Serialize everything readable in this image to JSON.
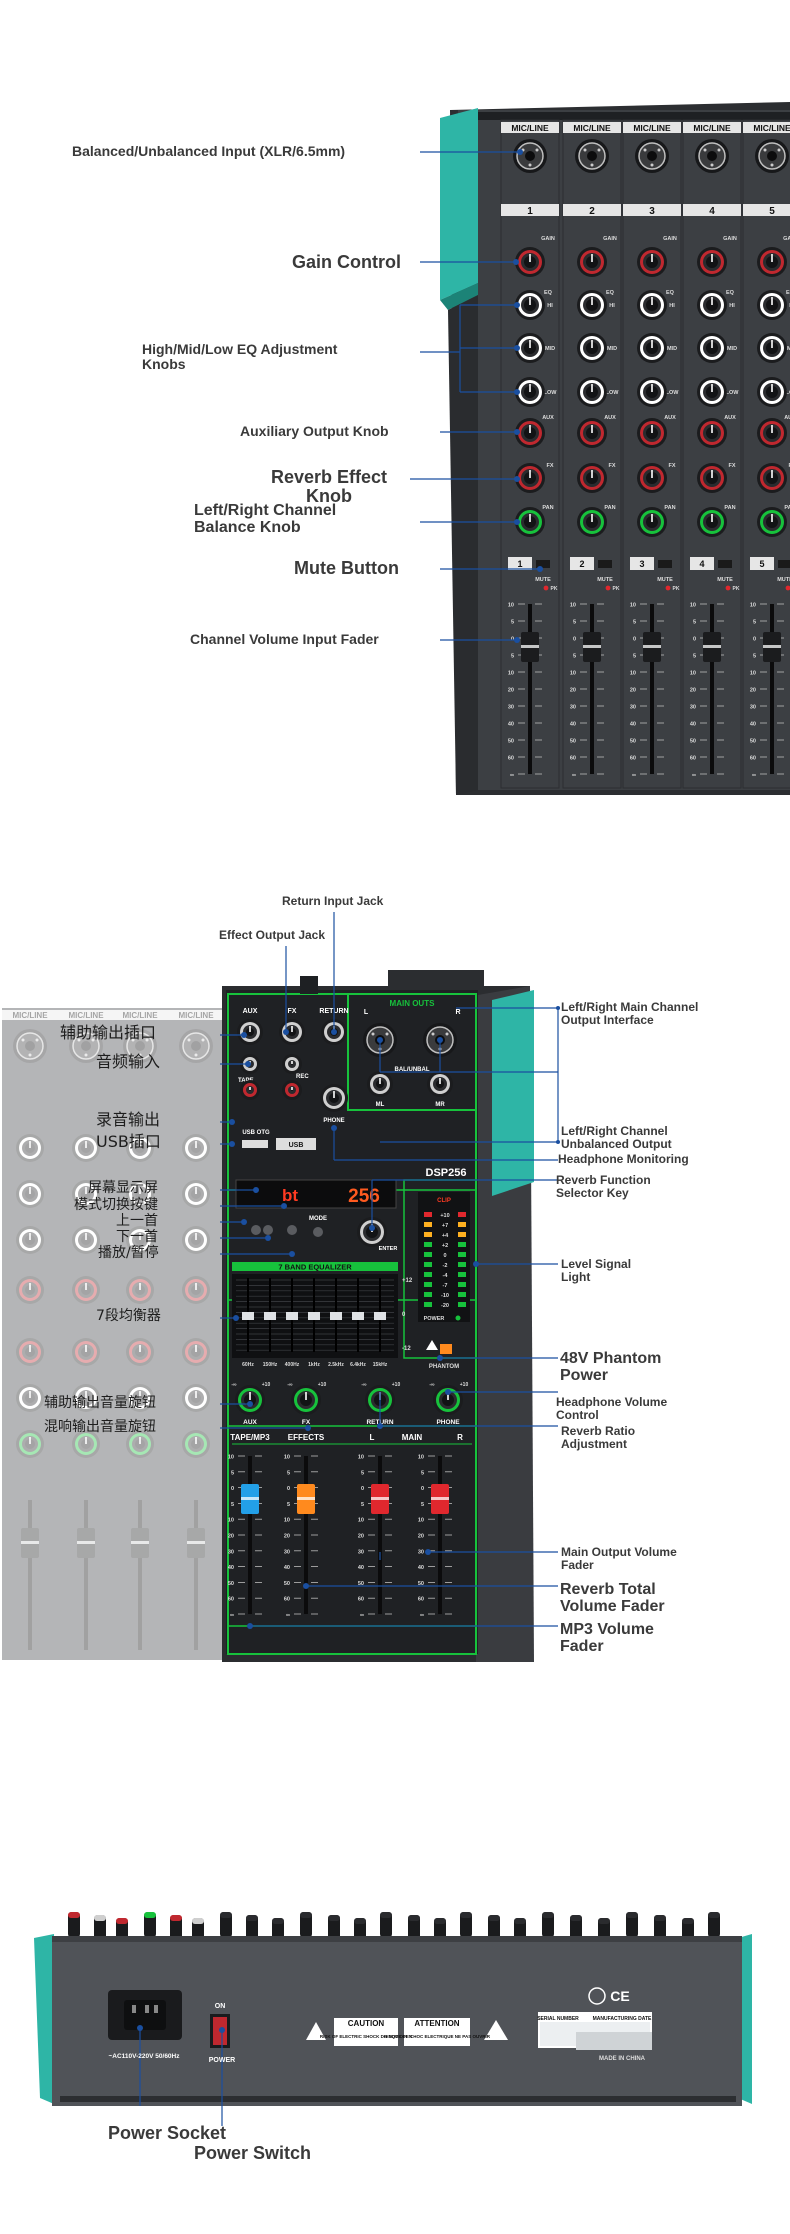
{
  "section1": {
    "labels": [
      "Balanced/Unbalanced Input (XLR/6.5mm)",
      "Gain Control",
      "High/Mid/Low EQ Adjustment\nKnobs",
      "Auxiliary Output Knob",
      "Reverb Effect\nKnob",
      "Left/Right Channel\nBalance Knob",
      "Mute Button",
      "Channel Volume Input Fader"
    ],
    "device": {
      "channel_header": "MIC/LINE",
      "channel_numbers": [
        "1",
        "2",
        "3",
        "4",
        "5"
      ],
      "knob_labels": {
        "gain": "GAIN",
        "eq": "EQ",
        "hi": "HI",
        "mid": "MID",
        "low": "LOW",
        "aux": "AUX",
        "fx": "FX",
        "pan": "PAN",
        "mute": "MUTE",
        "pk": "PK"
      },
      "fader_scale": [
        "10",
        "5",
        "0",
        "5",
        "10",
        "20",
        "30",
        "40",
        "50",
        "60",
        "∞"
      ]
    }
  },
  "section2": {
    "labels_right": [
      "Left/Right Main Channel\nOutput Interface",
      "Left/Right Channel\nUnbalanced Output",
      "Headphone Monitoring",
      "Reverb Function\nSelector Key",
      "Level Signal\nLight",
      "48V Phantom\nPower",
      "Headphone Volume\nControl",
      "Reverb Ratio\nAdjustment",
      "Main Output Volume\nFader",
      "Reverb Total\nVolume Fader",
      "MP3 Volume\nFader"
    ],
    "labels_top": [
      "Return Input Jack",
      "Effect Output Jack"
    ],
    "labels_cn": [
      "辅助输出插口",
      "音频输入",
      "录音输出",
      "USB插口",
      "屏幕显示屏",
      "模式切换按键",
      "上一首",
      "下一首",
      "播放/暂停",
      "7段均衡器",
      "辅助输出音量旋钮",
      "混响输出音量旋钮"
    ],
    "device": {
      "aux": "AUX",
      "fx": "FX",
      "return": "RETURN",
      "main_outs": "MAIN OUTS",
      "l": "L",
      "r": "R",
      "tape": "TAPE",
      "rec": "REC",
      "phone": "PHONE",
      "bal_unbal": "BAL/UNBAL",
      "ml": "ML",
      "mr": "MR",
      "usb_otg": "USB OTG",
      "usb": "USB",
      "dsp": "DSP256",
      "display_left": "bt",
      "display_right": "256",
      "mode": "MODE",
      "enter": "ENTER",
      "band_eq": "7 BAND EQUALIZER",
      "eq_freqs": [
        "60Hz",
        "150Hz",
        "400Hz",
        "1kHz",
        "2.5kHz",
        "6.4kHz",
        "15kHz"
      ],
      "eq_scale": [
        "+12",
        "0",
        "-12"
      ],
      "clip": "CLIP",
      "power": "POWER",
      "phantom": "PHANTOM",
      "meter_scale": [
        "+10",
        "+7",
        "+4",
        "+2",
        "0",
        "-2",
        "-4",
        "-7",
        "-10",
        "-20"
      ],
      "fader_tabs": [
        "TAPE/MP3",
        "EFFECTS",
        "L",
        "MAIN",
        "R"
      ],
      "knob_ticks": [
        "-∞",
        "+10"
      ]
    }
  },
  "section3": {
    "labels": [
      "Power Socket",
      "Power Switch"
    ],
    "device": {
      "ac_label": "~AC110V-220V 50/60Hz",
      "on": "ON",
      "power": "POWER",
      "caution": "CAUTION",
      "attention": "ATTENTION",
      "caution_text": "RISK OF ELECTRIC SHOCK DO NOT OPEN",
      "attention_text": "RISQUE DE CHOC ELECTRIQUE NE PAS OUVRIR",
      "serial": "SERIAL NUMBER",
      "mfg": "MANUFACTURING DATE",
      "made": "MADE IN CHINA",
      "cert": "CE"
    }
  },
  "colors": {
    "accent": "#2eb5a6",
    "panel": "#3c3e42",
    "dark": "#222427",
    "green": "#17c23c",
    "red_knob": "#c0282f",
    "fader_blue": "#23a0e8",
    "fader_orange": "#ff8a1e",
    "fader_red": "#e0282e"
  }
}
